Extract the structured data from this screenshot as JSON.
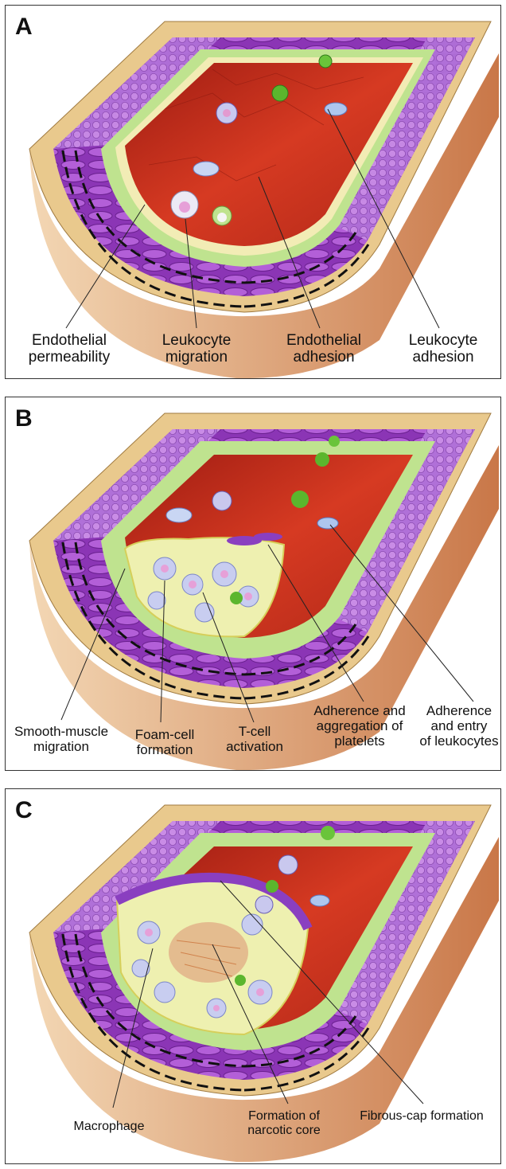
{
  "panels": [
    {
      "letter": "A",
      "labels": [
        [
          "Endothelial",
          "permeability"
        ],
        [
          "Leukocyte",
          "migration"
        ],
        [
          "Endothelial",
          "adhesion"
        ],
        [
          "Leukocyte",
          "adhesion"
        ]
      ]
    },
    {
      "letter": "B",
      "labels": [
        [
          "Smooth-muscle",
          "migration"
        ],
        [
          "Foam-cell",
          "formation"
        ],
        [
          "T-cell",
          "activation"
        ],
        [
          "Adherence and",
          "aggregation of",
          "platelets"
        ],
        [
          "Adherence",
          "and entry",
          "of leukocytes"
        ]
      ]
    },
    {
      "letter": "C",
      "labels": [
        [
          "Macrophage"
        ],
        [
          "Formation of",
          "narcotic core"
        ],
        [
          "Fibrous-cap formation"
        ]
      ]
    }
  ],
  "colors": {
    "lumen": "#c8321e",
    "intima": "#b9df8a",
    "media": "#9a3fc0",
    "adventitia": "#e8c98a",
    "outer": "#d98a5a"
  }
}
